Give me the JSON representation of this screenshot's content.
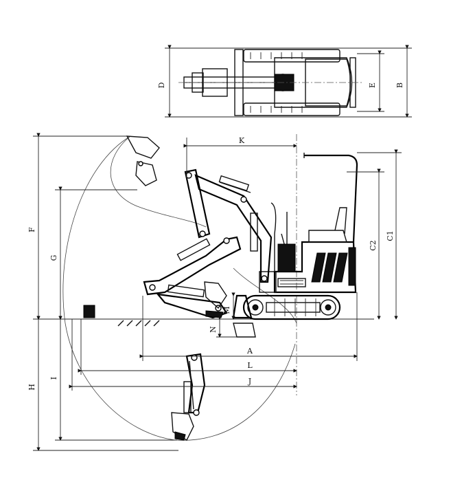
{
  "labels": {
    "A": "A",
    "B": "B",
    "C1": "C1",
    "C2": "C2",
    "D": "D",
    "E": "E",
    "F": "F",
    "G": "G",
    "H": "H",
    "I": "I",
    "J": "J",
    "K": "K",
    "L": "L",
    "M": "M",
    "N": "N"
  }
}
